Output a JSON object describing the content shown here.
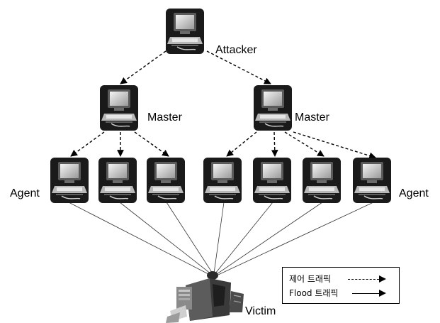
{
  "nodes": {
    "attacker": "Attacker",
    "master_left": "Master",
    "master_right": "Master",
    "agent_left": "Agent",
    "agent_right": "Agent",
    "victim": "Victim"
  },
  "legend": {
    "control_traffic": "제어 트래픽",
    "flood_traffic": "Flood 트래픽"
  }
}
